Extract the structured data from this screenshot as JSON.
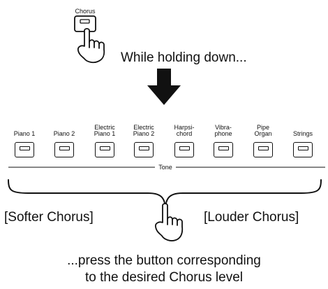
{
  "chorus_button": {
    "label": "Chorus"
  },
  "instruction_top": "While holding down...",
  "tones": [
    {
      "label_lines": [
        "Piano 1"
      ]
    },
    {
      "label_lines": [
        "Piano 2"
      ]
    },
    {
      "label_lines": [
        "Electric",
        "Piano 1"
      ]
    },
    {
      "label_lines": [
        "Electric",
        "Piano 2"
      ]
    },
    {
      "label_lines": [
        "Harpsi-",
        "chord"
      ]
    },
    {
      "label_lines": [
        "Vibra-",
        "phone"
      ]
    },
    {
      "label_lines": [
        "Pipe",
        "Organ"
      ]
    },
    {
      "label_lines": [
        "Strings"
      ]
    }
  ],
  "tone_group_label": "Tone",
  "softer_label": "[Softer Chorus]",
  "louder_label": "[Louder Chorus]",
  "instruction_bottom": [
    "...press the button corresponding",
    "to the desired Chorus level"
  ],
  "colors": {
    "ink": "#111111",
    "background": "#ffffff"
  }
}
